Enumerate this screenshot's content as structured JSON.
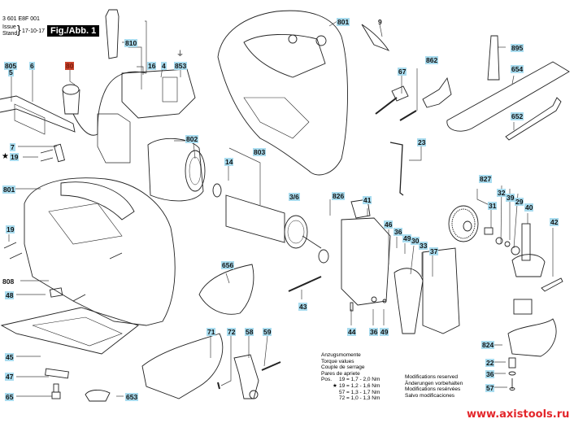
{
  "header": {
    "doc_number": "3 601 E8F 001",
    "issue_label": "Issue",
    "stand_label": "Stand",
    "issue_date": "17-10-17",
    "figure_title": "Fig./Abb. 1"
  },
  "part_labels": [
    {
      "id": "805",
      "style": "normal"
    },
    {
      "id": "5",
      "style": "normal"
    },
    {
      "id": "6",
      "style": "normal"
    },
    {
      "id": "80",
      "style": "highlighted"
    },
    {
      "id": "810",
      "style": "normal"
    },
    {
      "id": "16",
      "style": "normal"
    },
    {
      "id": "4",
      "style": "normal"
    },
    {
      "id": "853",
      "style": "normal",
      "symbol": "ground-icon"
    },
    {
      "id": "801",
      "style": "normal"
    },
    {
      "id": "9",
      "style": "normal"
    },
    {
      "id": "67",
      "style": "normal"
    },
    {
      "id": "862",
      "style": "normal"
    },
    {
      "id": "895",
      "style": "normal"
    },
    {
      "id": "654",
      "style": "normal"
    },
    {
      "id": "652",
      "style": "normal"
    },
    {
      "id": "23",
      "style": "normal"
    },
    {
      "id": "7",
      "style": "normal"
    },
    {
      "id": "19",
      "style": "normal",
      "starred": true
    },
    {
      "id": "802",
      "style": "normal"
    },
    {
      "id": "801",
      "style": "normal"
    },
    {
      "id": "803",
      "style": "normal"
    },
    {
      "id": "14",
      "style": "normal"
    },
    {
      "id": "3/6",
      "style": "normal"
    },
    {
      "id": "826",
      "style": "normal"
    },
    {
      "id": "41",
      "style": "normal"
    },
    {
      "id": "46",
      "style": "normal"
    },
    {
      "id": "36",
      "style": "normal"
    },
    {
      "id": "49",
      "style": "normal"
    },
    {
      "id": "30",
      "style": "normal"
    },
    {
      "id": "33",
      "style": "normal"
    },
    {
      "id": "37",
      "style": "normal"
    },
    {
      "id": "827",
      "style": "normal"
    },
    {
      "id": "31",
      "style": "normal"
    },
    {
      "id": "32",
      "style": "normal"
    },
    {
      "id": "39",
      "style": "normal"
    },
    {
      "id": "29",
      "style": "normal"
    },
    {
      "id": "40",
      "style": "normal"
    },
    {
      "id": "42",
      "style": "normal"
    },
    {
      "id": "19",
      "style": "normal"
    },
    {
      "id": "808",
      "style": "normal"
    },
    {
      "id": "48",
      "style": "normal"
    },
    {
      "id": "656",
      "style": "normal"
    },
    {
      "id": "43",
      "style": "normal"
    },
    {
      "id": "44",
      "style": "normal"
    },
    {
      "id": "36",
      "style": "normal"
    },
    {
      "id": "49",
      "style": "normal"
    },
    {
      "id": "45",
      "style": "normal"
    },
    {
      "id": "47",
      "style": "normal"
    },
    {
      "id": "65",
      "style": "normal"
    },
    {
      "id": "653",
      "style": "normal"
    },
    {
      "id": "71",
      "style": "normal"
    },
    {
      "id": "72",
      "style": "normal"
    },
    {
      "id": "58",
      "style": "normal"
    },
    {
      "id": "59",
      "style": "normal"
    },
    {
      "id": "824",
      "style": "normal"
    },
    {
      "id": "22",
      "style": "normal"
    },
    {
      "id": "36",
      "style": "normal"
    },
    {
      "id": "57",
      "style": "normal"
    }
  ],
  "torque": {
    "lines": [
      "Anzugsmomente",
      "Torque values",
      "Couple de serrage",
      "Pares de apriete"
    ],
    "rows": [
      {
        "prefix": "Pos.",
        "starred": false,
        "pos": "19",
        "value": "1,7 - 2,0 Nm"
      },
      {
        "prefix": "",
        "starred": true,
        "pos": "19",
        "value": "1,2 - 1,6 Nm"
      },
      {
        "prefix": "",
        "starred": false,
        "pos": "57",
        "value": "1,3 - 1,7 Nm"
      },
      {
        "prefix": "",
        "starred": false,
        "pos": "72",
        "value": "1,0 - 1,3 Nm"
      }
    ]
  },
  "modifications": [
    "Modifications reserved",
    "Änderungen vorbehalten",
    "Modifications resérvées",
    "Salvo modificaciones"
  ],
  "watermark": "www.axistools.ru",
  "colors": {
    "label_bg": "#a9dcef",
    "highlight_bg": "#c8432c",
    "watermark": "#e3262b"
  }
}
